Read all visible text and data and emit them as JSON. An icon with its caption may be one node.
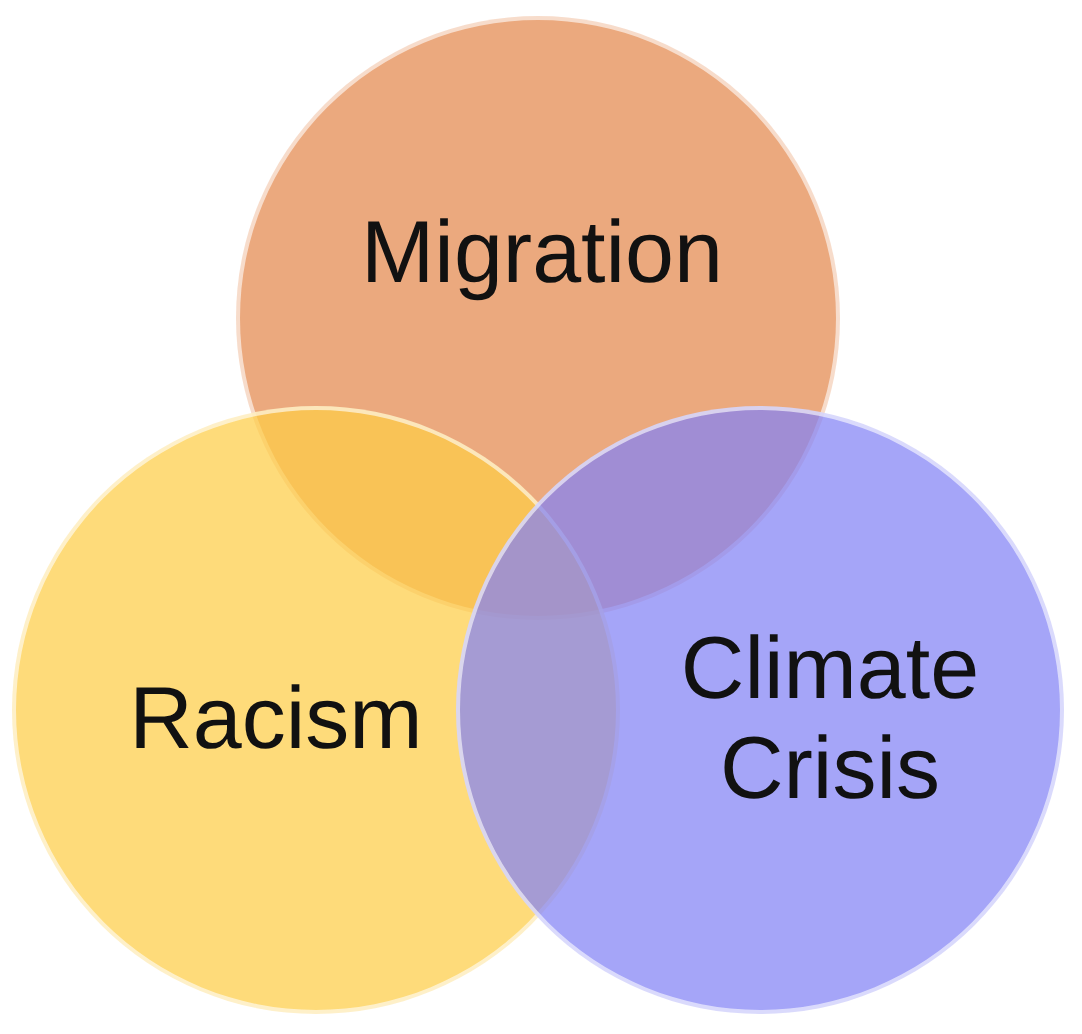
{
  "diagram": {
    "nodes": [
      {
        "text": [
          "Migration"
        ]
      },
      {
        "text": [
          "Racism"
        ]
      },
      {
        "text": [
          "Climate Crisis"
        ]
      }
    ]
  }
}
